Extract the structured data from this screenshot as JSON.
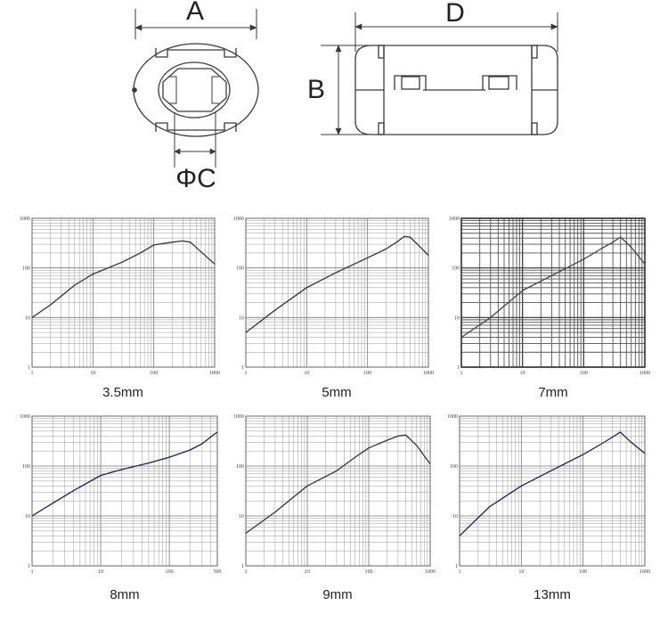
{
  "drawings": {
    "end_view": {
      "width_label": "A",
      "bore_label": "ΦC"
    },
    "side_view": {
      "length_label": "D",
      "height_label": "B"
    }
  },
  "chart_data": [
    {
      "type": "line",
      "title": "3.5mm",
      "x_scale": "log",
      "y_scale": "log",
      "xlim": [
        1,
        1000
      ],
      "ylim": [
        1,
        1000
      ],
      "grid": true,
      "line_color": "#333333",
      "x_ticks": [
        "1",
        "10",
        "100",
        "1000"
      ],
      "y_ticks": [
        "1",
        "10",
        "100",
        "1000"
      ],
      "series": [
        {
          "x": [
            1,
            2,
            5,
            10,
            30,
            60,
            100,
            200,
            300,
            400,
            600,
            1000
          ],
          "y": [
            10,
            18,
            45,
            75,
            130,
            200,
            290,
            330,
            350,
            330,
            210,
            120
          ]
        }
      ]
    },
    {
      "type": "line",
      "title": "5mm",
      "x_scale": "log",
      "y_scale": "log",
      "xlim": [
        1,
        1000
      ],
      "ylim": [
        1,
        1000
      ],
      "grid": true,
      "line_color": "#333333",
      "x_ticks": [
        "1",
        "10",
        "100",
        "1000"
      ],
      "y_ticks": [
        "1",
        "10",
        "100",
        "1000"
      ],
      "series": [
        {
          "x": [
            1,
            3,
            10,
            30,
            100,
            200,
            300,
            400,
            500,
            700,
            1000
          ],
          "y": [
            5,
            14,
            40,
            80,
            160,
            240,
            330,
            430,
            420,
            280,
            180
          ]
        }
      ]
    },
    {
      "type": "line",
      "title": "7mm",
      "x_scale": "log",
      "y_scale": "log",
      "xlim": [
        1,
        1000
      ],
      "ylim": [
        1,
        1000
      ],
      "grid": true,
      "grid_dense": true,
      "line_color": "#444444",
      "x_ticks": [
        "1",
        "10",
        "100",
        "1000"
      ],
      "y_ticks": [
        "1",
        "10",
        "100",
        "1000"
      ],
      "series": [
        {
          "x": [
            1,
            3,
            10,
            30,
            100,
            200,
            300,
            400,
            600,
            1000
          ],
          "y": [
            4,
            10,
            35,
            70,
            150,
            250,
            330,
            420,
            260,
            120
          ]
        }
      ]
    },
    {
      "type": "line",
      "title": "8mm",
      "x_scale": "log",
      "y_scale": "log",
      "xlim": [
        1,
        500
      ],
      "ylim": [
        1,
        1000
      ],
      "grid": true,
      "line_color": "#1a1f5c",
      "x_ticks": [
        "1",
        "10",
        "100",
        "500"
      ],
      "y_ticks": [
        "1",
        "10",
        "100",
        "1000"
      ],
      "series": [
        {
          "x": [
            1,
            2,
            4,
            10,
            20,
            50,
            100,
            200,
            300,
            400,
            500
          ],
          "y": [
            10,
            18,
            32,
            65,
            85,
            115,
            150,
            210,
            280,
            380,
            480
          ]
        }
      ]
    },
    {
      "type": "line",
      "title": "9mm",
      "x_scale": "log",
      "y_scale": "log",
      "xlim": [
        1,
        1000
      ],
      "ylim": [
        1,
        1000
      ],
      "grid": true,
      "line_color": "#333333",
      "x_ticks": [
        "1",
        "10",
        "100",
        "1000"
      ],
      "y_ticks": [
        "1",
        "10",
        "100",
        "1000"
      ],
      "series": [
        {
          "x": [
            1,
            3,
            10,
            30,
            60,
            100,
            200,
            300,
            400,
            600,
            1000
          ],
          "y": [
            4.5,
            12,
            40,
            80,
            150,
            230,
            330,
            400,
            420,
            260,
            110
          ]
        }
      ]
    },
    {
      "type": "line",
      "title": "13mm",
      "x_scale": "log",
      "y_scale": "log",
      "xlim": [
        1,
        1000
      ],
      "ylim": [
        1,
        1000
      ],
      "grid": true,
      "line_color": "#1a1f5c",
      "x_ticks": [
        "1",
        "10",
        "100",
        "1000"
      ],
      "y_ticks": [
        "1",
        "10",
        "100",
        "1000"
      ],
      "series": [
        {
          "x": [
            1,
            3,
            10,
            30,
            100,
            200,
            300,
            400,
            600,
            1000
          ],
          "y": [
            4,
            15,
            40,
            80,
            170,
            280,
            380,
            480,
            300,
            180
          ]
        }
      ]
    }
  ]
}
